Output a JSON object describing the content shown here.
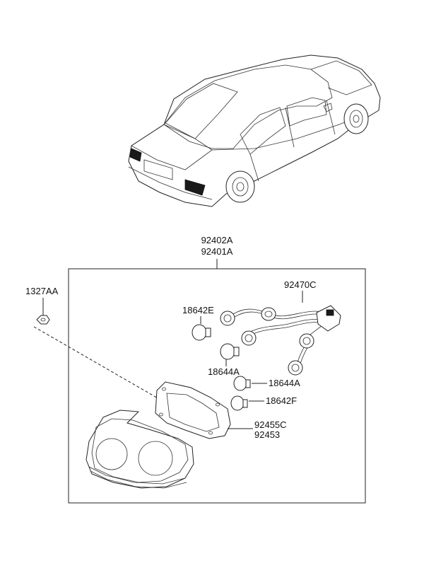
{
  "callouts": {
    "assembly_top": "92402A",
    "assembly_bottom": "92401A",
    "nut": "1327AA",
    "harness": "92470C",
    "bulb_e": "18642E",
    "bulb_a_left": "18644A",
    "bulb_a_right": "18644A",
    "bulb_f": "18642F",
    "gasket": "92455C",
    "lens_housing": "92453"
  }
}
